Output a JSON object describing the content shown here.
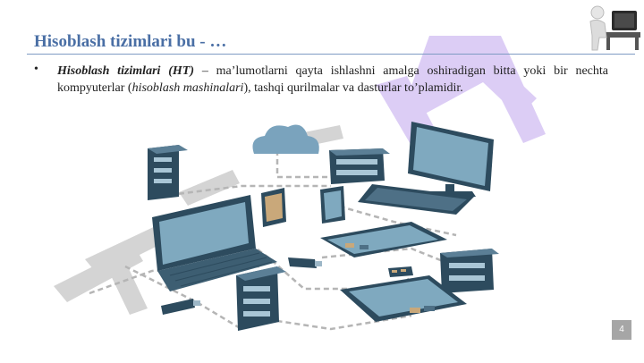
{
  "slide": {
    "title": "Hisoblash tizimlari bu - …",
    "bullet_symbol": "•",
    "term": "Hisoblash tizimlari (HT)",
    "text_1": " – ma’lumotlarni qayta ishlashni amalga oshiradigan bitta yoki bir nechta kompyuterlar (",
    "term_2": "hisoblash mashinalari",
    "text_2": "), tashqi qurilmalar va dasturlar to’plamidir.",
    "page_number": "4"
  },
  "colors": {
    "title": "#4a6fa5",
    "watermark_purple": "#d9c8f5",
    "watermark_gray": "#d0d0d0",
    "device_dark": "#2d4b5e",
    "device_screen": "#7fa9bf"
  },
  "icons": [
    "person-at-computer-icon",
    "cloud-icon"
  ]
}
